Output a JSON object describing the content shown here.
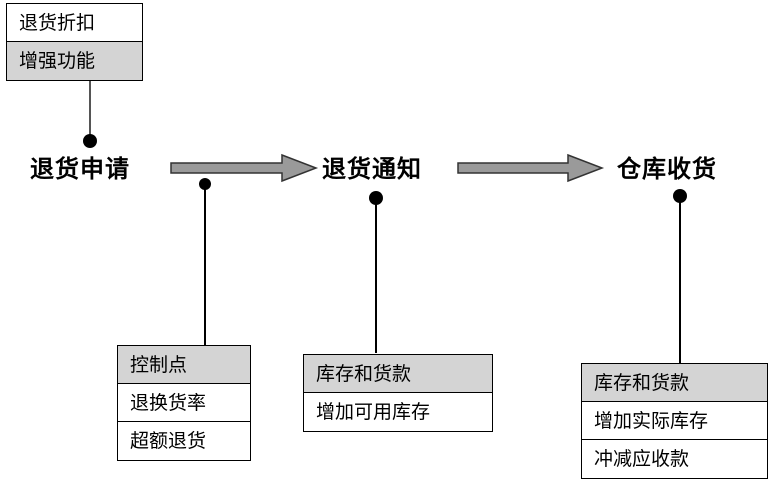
{
  "top_box": {
    "title": "退货折扣",
    "header": "增强功能"
  },
  "steps": [
    "退货申请",
    "退货通知",
    "仓库收货"
  ],
  "boxes": [
    {
      "header": "控制点",
      "items": [
        "退换货率",
        "超额退货"
      ]
    },
    {
      "header": "库存和货款",
      "items": [
        "增加可用库存"
      ]
    },
    {
      "header": "库存和货款",
      "items": [
        "增加实际库存",
        "冲减应收款"
      ]
    }
  ],
  "colors": {
    "header_fill": "#d4d4d4",
    "arrow_fill": "#9a9a9a"
  }
}
